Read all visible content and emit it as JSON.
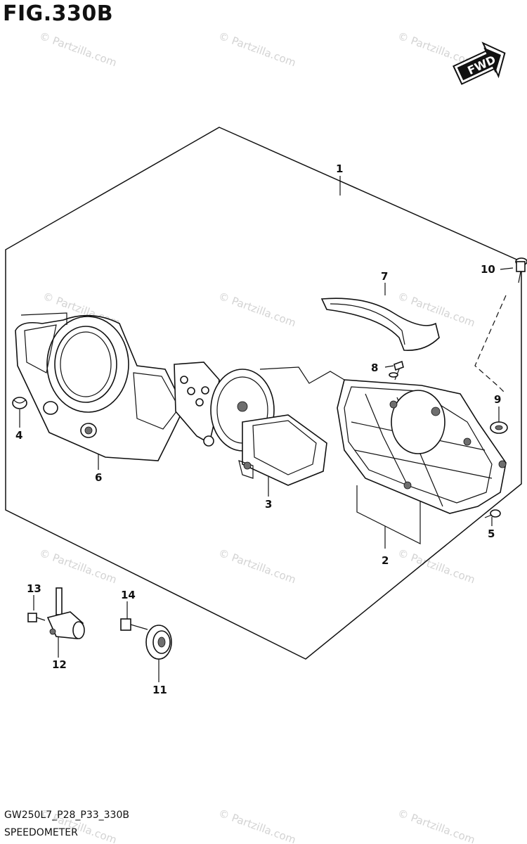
{
  "figure": {
    "title": "FIG.330B",
    "code": "GW250L7_P28_P33_330B",
    "name": "SPEEDOMETER",
    "direction_label": "FWD",
    "watermark": "© Partzilla.com"
  },
  "callouts": [
    {
      "id": "1",
      "part": "assembly"
    },
    {
      "id": "2",
      "part": "case"
    },
    {
      "id": "3",
      "part": "meter-unit"
    },
    {
      "id": "4",
      "part": "cap"
    },
    {
      "id": "5",
      "part": "screw"
    },
    {
      "id": "6",
      "part": "cover"
    },
    {
      "id": "7",
      "part": "visor"
    },
    {
      "id": "8",
      "part": "screw"
    },
    {
      "id": "9",
      "part": "grommet"
    },
    {
      "id": "10",
      "part": "bolt"
    },
    {
      "id": "11",
      "part": "sensor-rotor"
    },
    {
      "id": "12",
      "part": "speed-sensor"
    },
    {
      "id": "13",
      "part": "bolt"
    },
    {
      "id": "14",
      "part": "bolt"
    }
  ],
  "colors": {
    "line": "#111111",
    "watermark": "#d3d3d3",
    "shade": "#6e6e6e"
  }
}
